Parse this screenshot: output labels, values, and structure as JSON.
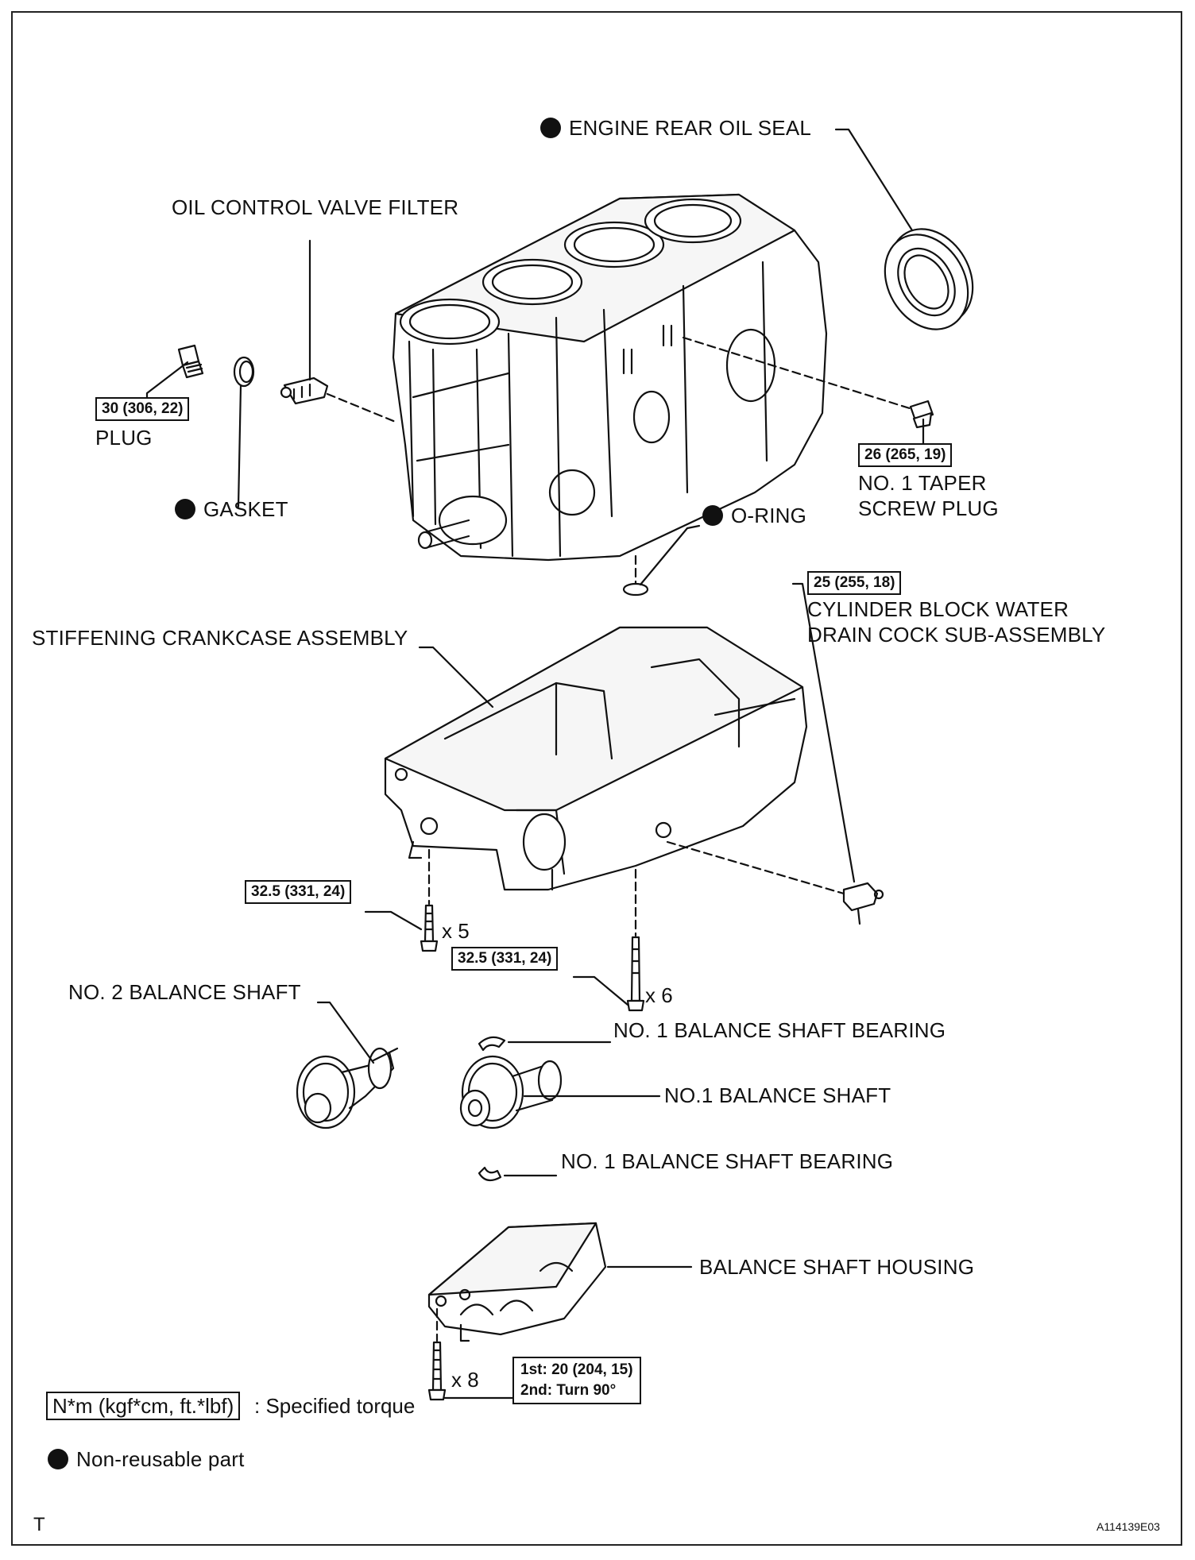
{
  "labels": {
    "engine_rear_oil_seal": "ENGINE REAR OIL SEAL",
    "oil_control_valve_filter": "OIL CONTROL VALVE FILTER",
    "plug": "PLUG",
    "gasket": "GASKET",
    "o_ring": "O-RING",
    "no1_taper_screw_plug_line1": "NO. 1 TAPER",
    "no1_taper_screw_plug_line2": "SCREW PLUG",
    "drain_cock_line1": "CYLINDER BLOCK WATER",
    "drain_cock_line2": "DRAIN COCK SUB-ASSEMBLY",
    "stiffening_crankcase": "STIFFENING CRANKCASE ASSEMBLY",
    "no2_balance_shaft": "NO. 2 BALANCE SHAFT",
    "no1_bearing_upper": "NO. 1 BALANCE SHAFT BEARING",
    "no1_balance_shaft": "NO.1 BALANCE SHAFT",
    "no1_bearing_lower": "NO. 1 BALANCE SHAFT BEARING",
    "balance_shaft_housing": "BALANCE SHAFT HOUSING"
  },
  "torques": {
    "plug": "30 (306, 22)",
    "taper_plug": "26 (265, 19)",
    "drain_cock": "25 (255, 18)",
    "crankcase_left": "32.5 (331, 24)",
    "crankcase_right": "32.5 (331, 24)",
    "housing_first": "1st: 20 (204, 15)",
    "housing_second": "2nd: Turn 90°"
  },
  "quantities": {
    "bolts_left": "x 5",
    "bolts_right": "x 6",
    "bolts_housing": "x 8"
  },
  "legend": {
    "torque_unit": "N*m (kgf*cm, ft.*lbf)",
    "torque_desc": ": Specified torque",
    "non_reusable": "Non-reusable part"
  },
  "footer": {
    "corner_letter": "T",
    "figure_id": "A114139E03"
  }
}
